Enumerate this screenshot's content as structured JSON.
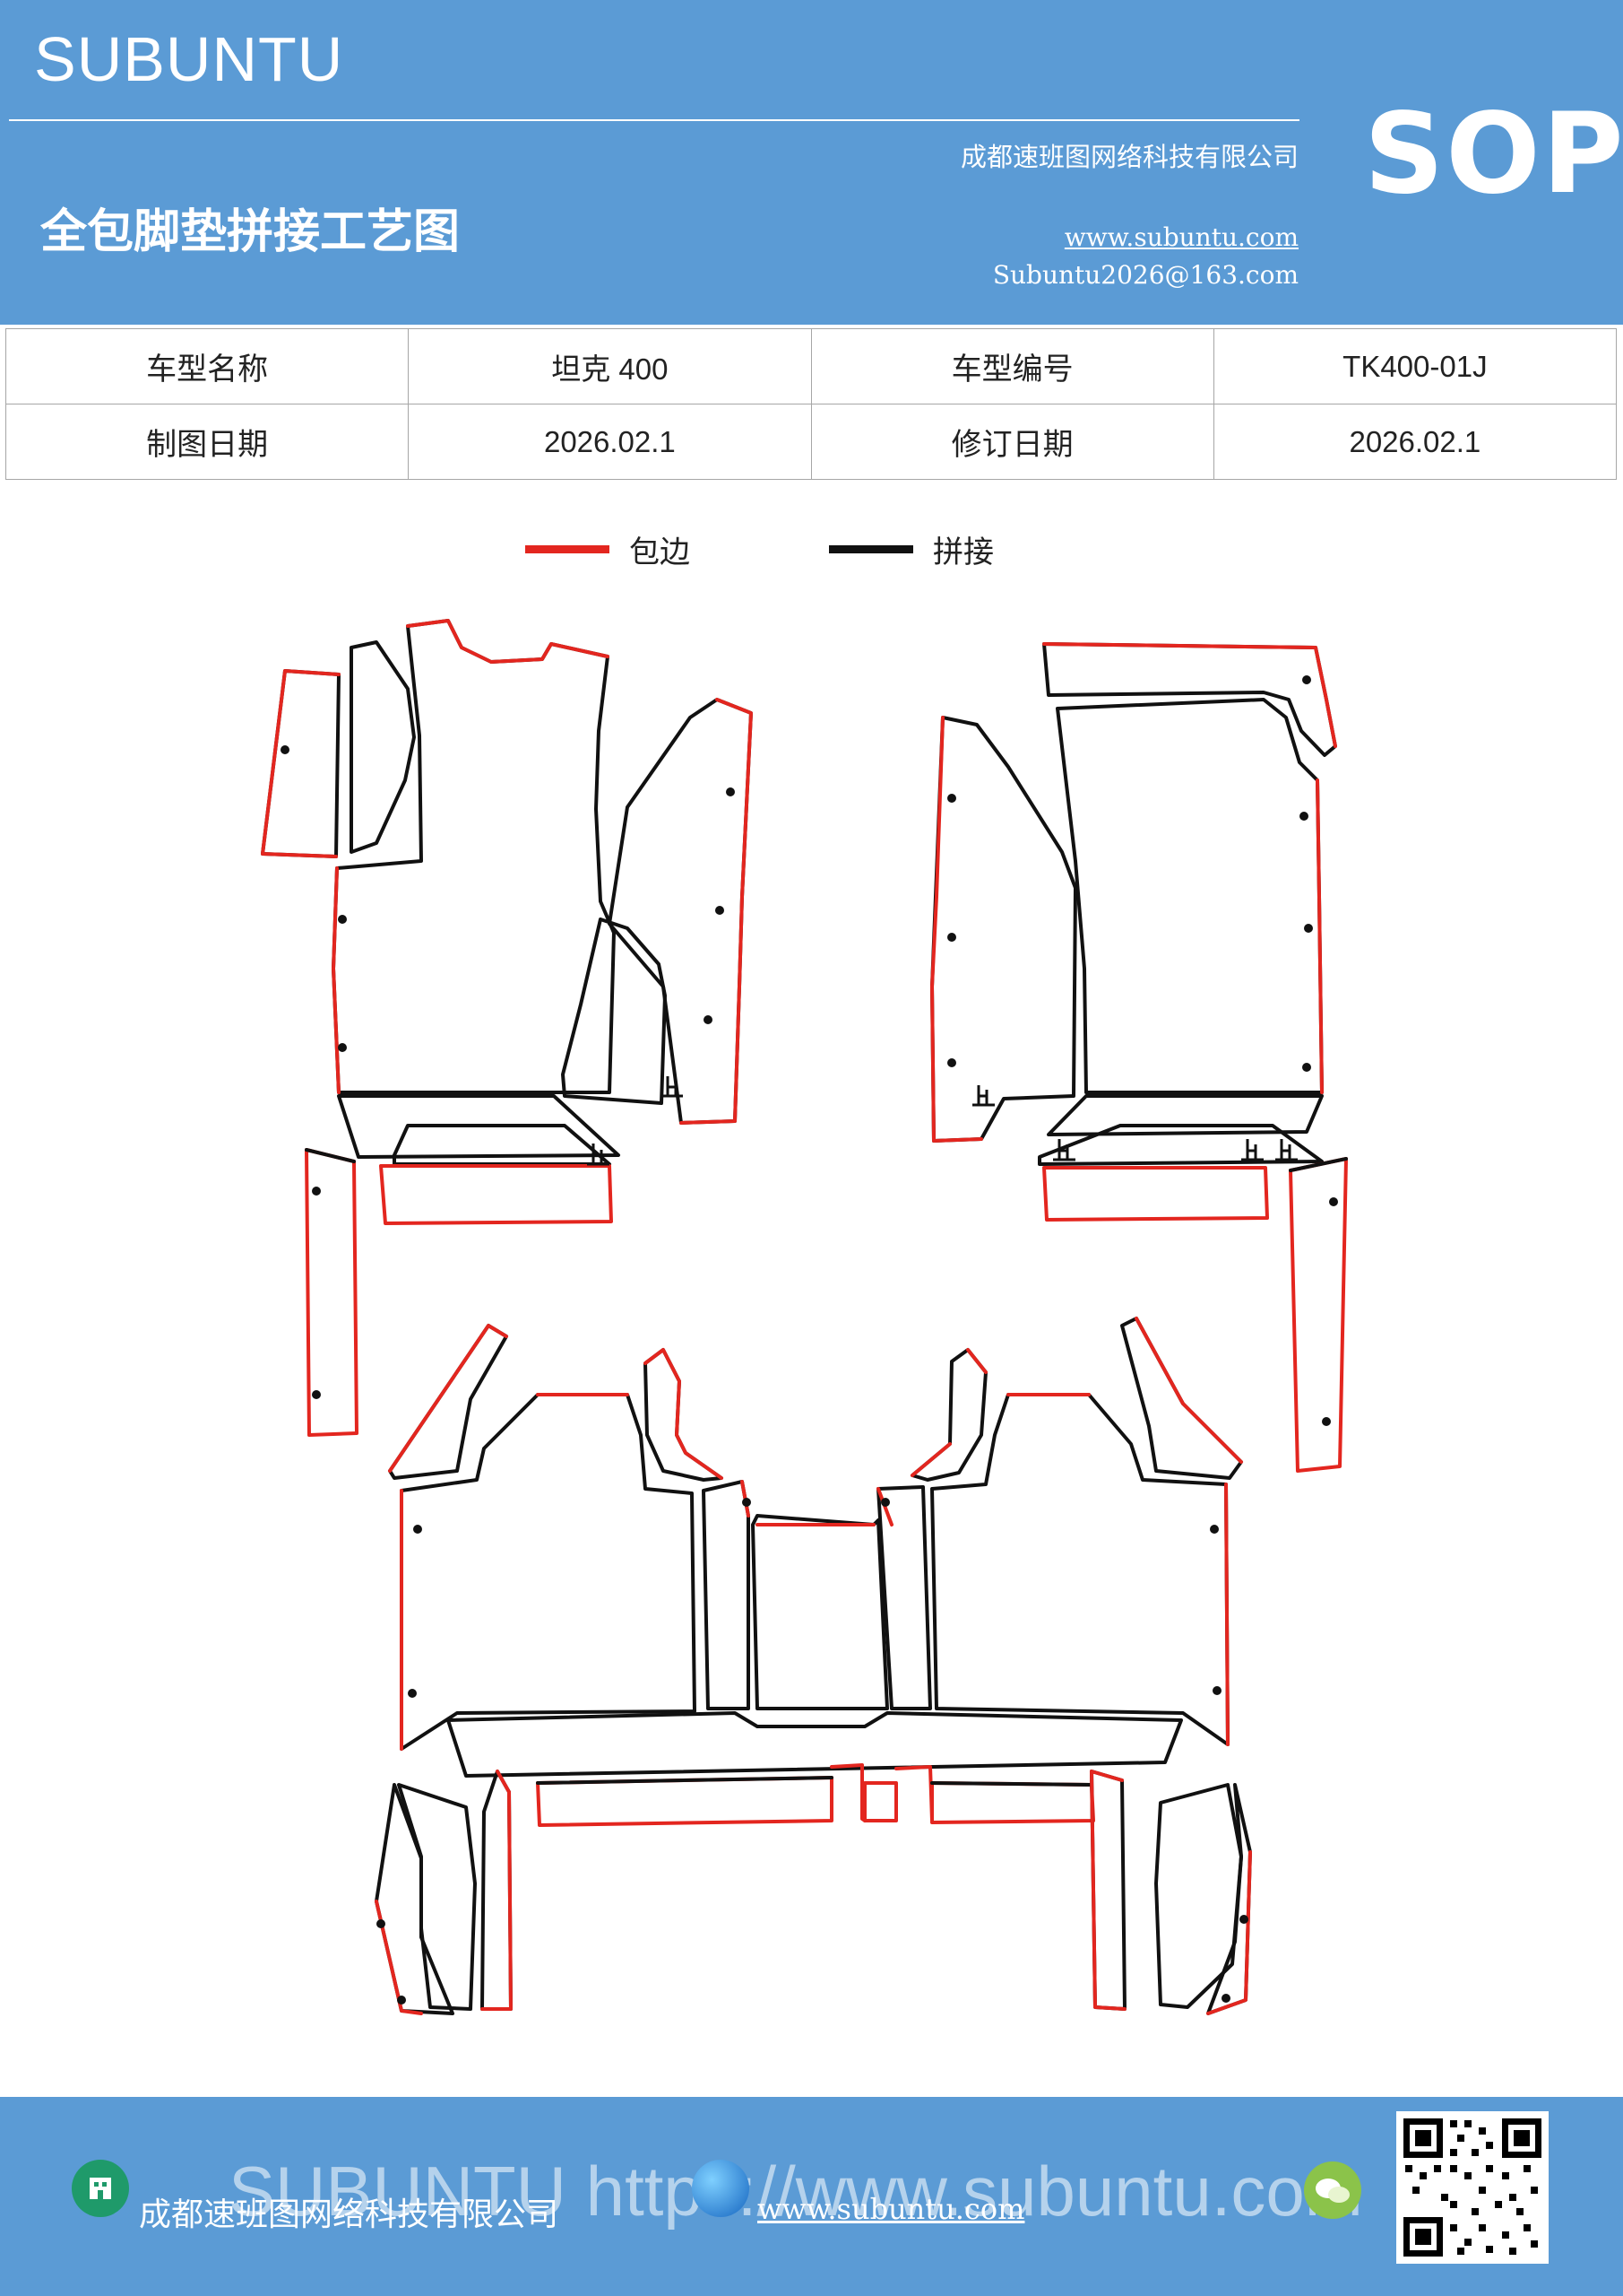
{
  "header": {
    "brand": "SUBUNTU",
    "company": "成都速班图网络科技有限公司",
    "title": "全包脚垫拼接工艺图",
    "website": "www.subuntu.com",
    "email": "Subuntu2026@163.com",
    "sop": "SOP"
  },
  "info_table": {
    "rows": [
      [
        {
          "label": "车型名称"
        },
        {
          "value": "坦克 400"
        },
        {
          "label": "车型编号"
        },
        {
          "value": "TK400-01J"
        }
      ],
      [
        {
          "label": "制图日期"
        },
        {
          "value": "2026.02.1"
        },
        {
          "label": "修订日期"
        },
        {
          "value": "2026.02.1"
        }
      ]
    ]
  },
  "legend": {
    "items": [
      {
        "label": "包边",
        "color": "#e3261f"
      },
      {
        "label": "拼接",
        "color": "#111111"
      }
    ]
  },
  "footer": {
    "watermark": "SUBUNTU https://www.subuntu.com",
    "company": "成都速班图网络科技有限公司",
    "website": "www.subuntu.com"
  },
  "colors": {
    "header_bg": "#5b9bd5",
    "edge_binding": "#e3261f",
    "splice": "#111111"
  }
}
